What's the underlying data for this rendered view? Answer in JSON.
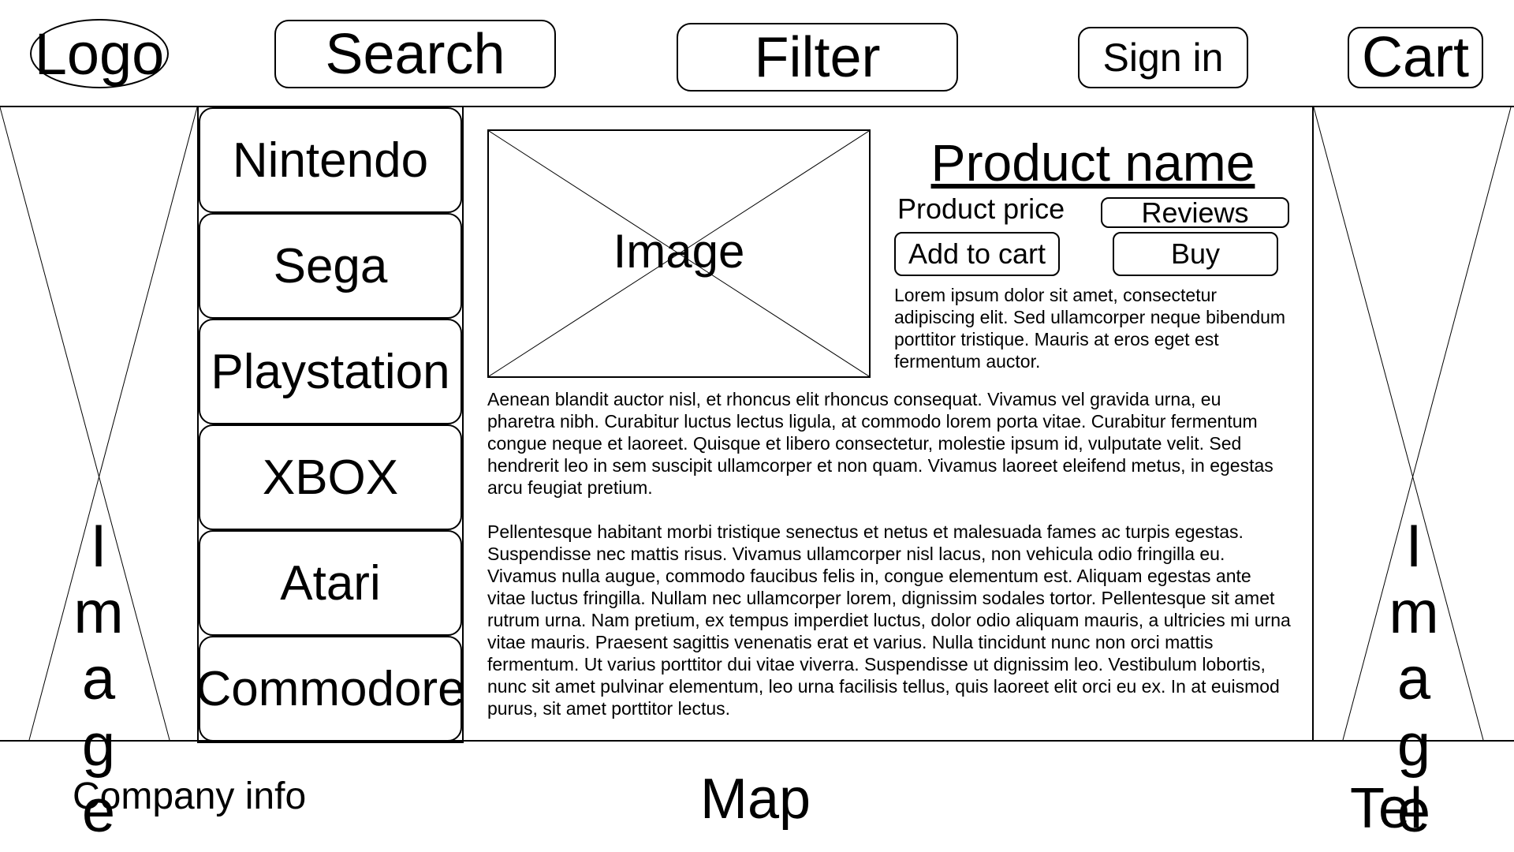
{
  "header": {
    "logo": "Logo",
    "search": "Search",
    "filter": "Filter",
    "sign_in": "Sign in",
    "cart": "Cart"
  },
  "side_image_label": [
    "I",
    "m",
    "a",
    "g",
    "e"
  ],
  "categories": [
    "Nintendo",
    "Sega",
    "Playstation",
    "XBOX",
    "Atari",
    "Commodore"
  ],
  "product": {
    "image_label": "Image",
    "name": "Product name",
    "price": "Product price",
    "reviews": "Reviews",
    "add_to_cart": "Add to cart",
    "buy": "Buy",
    "short_description": "Lorem ipsum dolor sit amet, consectetur adipiscing elit. Sed ullamcorper neque bibendum porttitor tristique. Mauris at eros eget est fermentum auctor.",
    "description_1": "Aenean blandit auctor nisl, et rhoncus elit rhoncus consequat. Vivamus vel gravida urna, eu pharetra nibh. Curabitur luctus lectus ligula, at commodo lorem porta vitae. Curabitur fermentum congue neque et laoreet. Quisque et libero consectetur, molestie ipsum id, vulputate velit. Sed hendrerit leo in sem suscipit ullamcorper et non quam. Vivamus laoreet eleifend metus, in egestas arcu feugiat pretium.",
    "description_2": "Pellentesque habitant morbi tristique senectus et netus et malesuada fames ac turpis egestas. Suspendisse nec mattis risus. Vivamus ullamcorper nisl lacus, non vehicula odio fringilla eu. Vivamus nulla augue, commodo faucibus felis in, congue elementum est. Aliquam egestas ante vitae luctus fringilla. Nullam nec ullamcorper lorem, dignissim sodales tortor. Pellentesque sit amet rutrum urna. Nam pretium, ex tempus imperdiet luctus, dolor odio aliquam mauris, a ultricies mi urna vitae mauris. Praesent sagittis venenatis erat et varius. Nulla tincidunt nunc non orci mattis fermentum. Ut varius porttitor dui vitae viverra. Suspendisse ut dignissim leo. Vestibulum lobortis, nunc sit amet pulvinar elementum, leo urna facilisis tellus, quis laoreet elit orci eu ex. In at euismod purus, sit amet porttitor lectus."
  },
  "footer": {
    "company_info": "Company info",
    "map": "Map",
    "tel": "Tel"
  }
}
